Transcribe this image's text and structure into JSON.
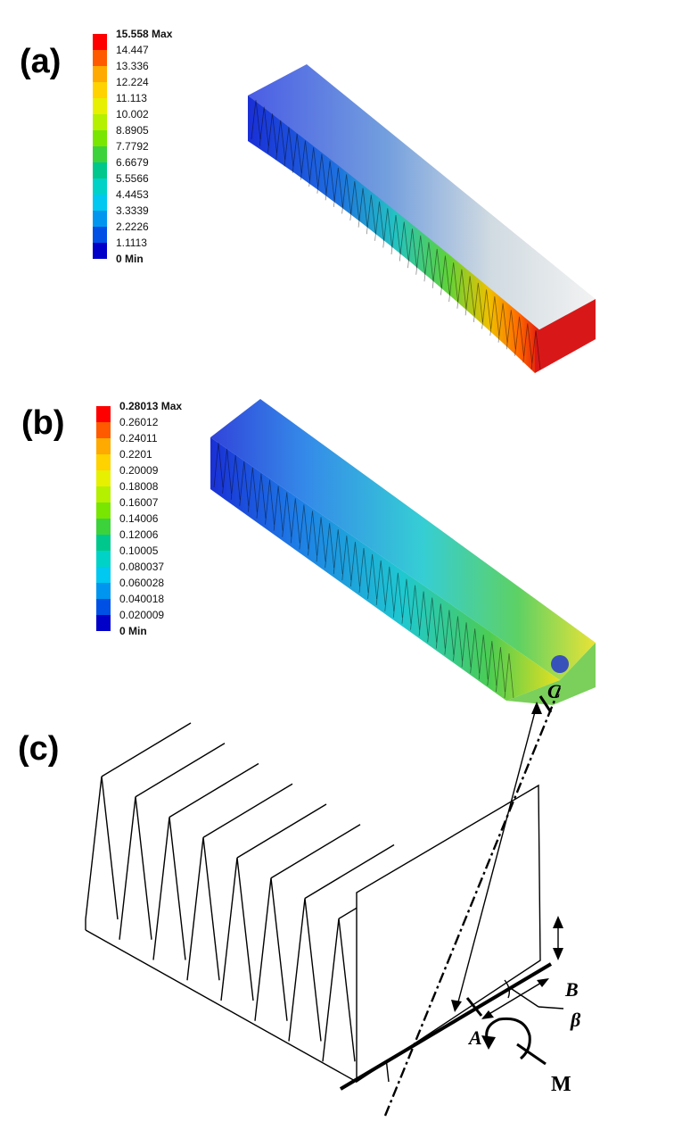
{
  "panels": {
    "a": {
      "label": "(a)"
    },
    "b": {
      "label": "(b)"
    },
    "c": {
      "label": "(c)"
    }
  },
  "legend_a": {
    "max_label": "15.558 Max",
    "min_label": "0 Min",
    "ticks": [
      "14.447",
      "13.336",
      "12.224",
      "11.113",
      "10.002",
      "8.8905",
      "7.7792",
      "6.6679",
      "5.5566",
      "4.4453",
      "3.3339",
      "2.2226",
      "1.1113"
    ]
  },
  "legend_b": {
    "max_label": "0.28013 Max",
    "min_label": "0 Min",
    "ticks": [
      "0.26012",
      "0.24011",
      "0.2201",
      "0.20009",
      "0.18008",
      "0.16007",
      "0.14006",
      "0.12006",
      "0.10005",
      "0.080037",
      "0.060028",
      "0.040018",
      "0.020009"
    ]
  },
  "colormap": [
    "#ff0000",
    "#ff5a00",
    "#ffaa00",
    "#ffd200",
    "#e6f000",
    "#b4f000",
    "#78e600",
    "#3cd23c",
    "#00c88c",
    "#00d2c8",
    "#00c8f0",
    "#0096f0",
    "#0050e6",
    "#0000c8"
  ],
  "diagram_c": {
    "label_A": "A",
    "label_B": "B",
    "label_C": "C",
    "label_beta": "β",
    "label_M": "M"
  }
}
